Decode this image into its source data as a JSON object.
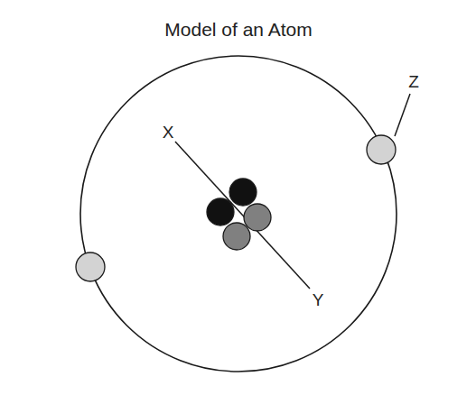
{
  "diagram": {
    "title": "Model of an Atom",
    "labels": [
      "X",
      "Y",
      "Z"
    ]
  }
}
